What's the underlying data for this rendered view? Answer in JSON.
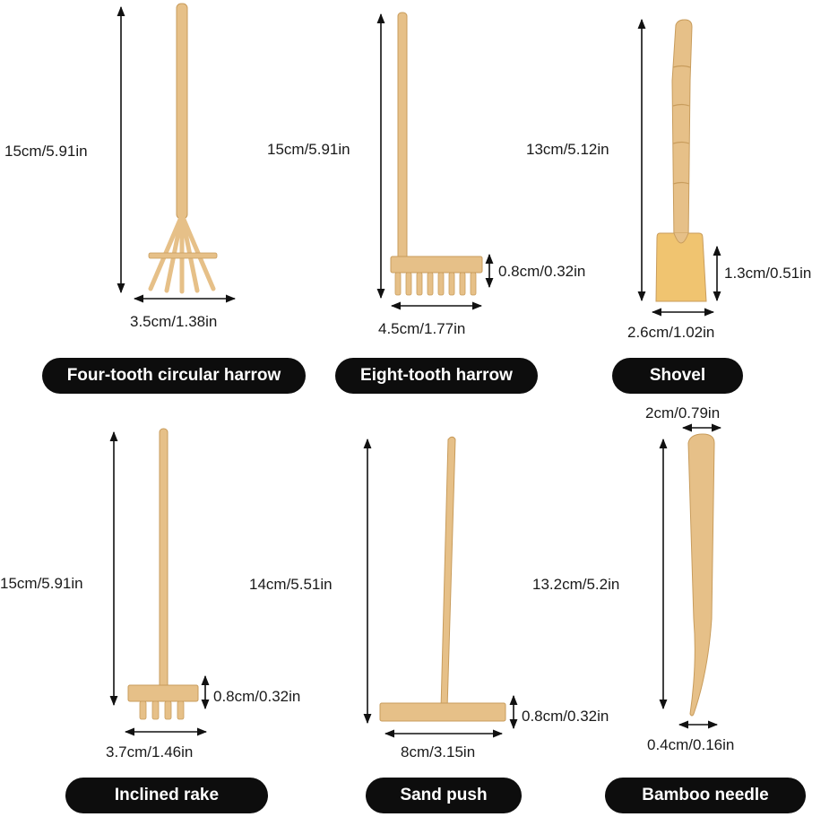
{
  "colors": {
    "wood": "#e6c088",
    "wood_dark": "#c89c5c",
    "arrow": "#111111",
    "pill_bg": "#0d0d0d",
    "pill_text": "#ffffff"
  },
  "tools": [
    {
      "id": "four-tooth",
      "name": "Four-tooth circular harrow",
      "height": "15cm/5.91in",
      "width": "3.5cm/1.38in"
    },
    {
      "id": "eight-tooth",
      "name": "Eight-tooth harrow",
      "height": "15cm/5.91in",
      "width": "4.5cm/1.77in",
      "head_height": "0.8cm/0.32in"
    },
    {
      "id": "shovel",
      "name": "Shovel",
      "height": "13cm/5.12in",
      "width": "2.6cm/1.02in",
      "head_height": "1.3cm/0.51in"
    },
    {
      "id": "inclined-rake",
      "name": "Inclined rake",
      "height": "15cm/5.91in",
      "width": "3.7cm/1.46in",
      "head_height": "0.8cm/0.32in"
    },
    {
      "id": "sand-push",
      "name": "Sand push",
      "height": "14cm/5.51in",
      "width": "8cm/3.15in",
      "head_height": "0.8cm/0.32in"
    },
    {
      "id": "bamboo-needle",
      "name": "Bamboo needle",
      "height": "13.2cm/5.2in",
      "top_width": "2cm/0.79in",
      "tip_width": "0.4cm/0.16in"
    }
  ]
}
